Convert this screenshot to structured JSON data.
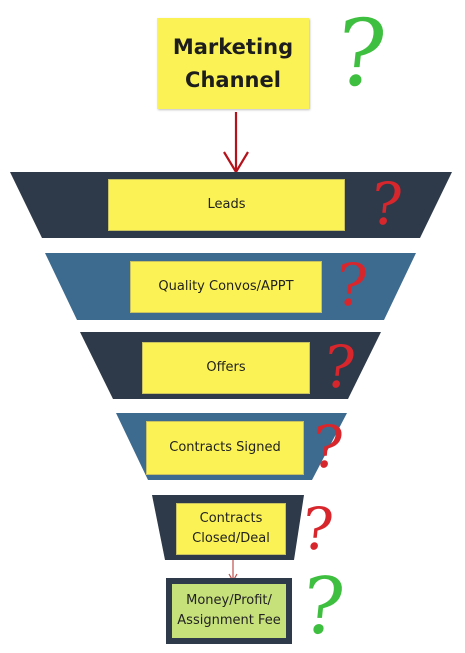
{
  "top_box": {
    "label": "Marketing\nChannel"
  },
  "stages": [
    {
      "label": "Leads"
    },
    {
      "label": "Quality Convos/APPT"
    },
    {
      "label": "Offers"
    },
    {
      "label": "Contracts Signed"
    },
    {
      "label": "Contracts\nClosed/Deal"
    }
  ],
  "final_box": {
    "label": "Money/Profit/\nAssignment Fee"
  },
  "question_marks": {
    "top": "?",
    "stage_1": "?",
    "stage_2": "?",
    "stage_3": "?",
    "stage_4": "?",
    "stage_5": "?",
    "final": "?"
  },
  "colors": {
    "funnel_dark": "#2e3a49",
    "funnel_blue": "#3d6b8f",
    "box_yellow": "#fbf355",
    "final_green": "#c6e07a",
    "arrow_red": "#b5121b",
    "qmark_red": "#d8262d",
    "qmark_green": "#3fbf3f"
  }
}
